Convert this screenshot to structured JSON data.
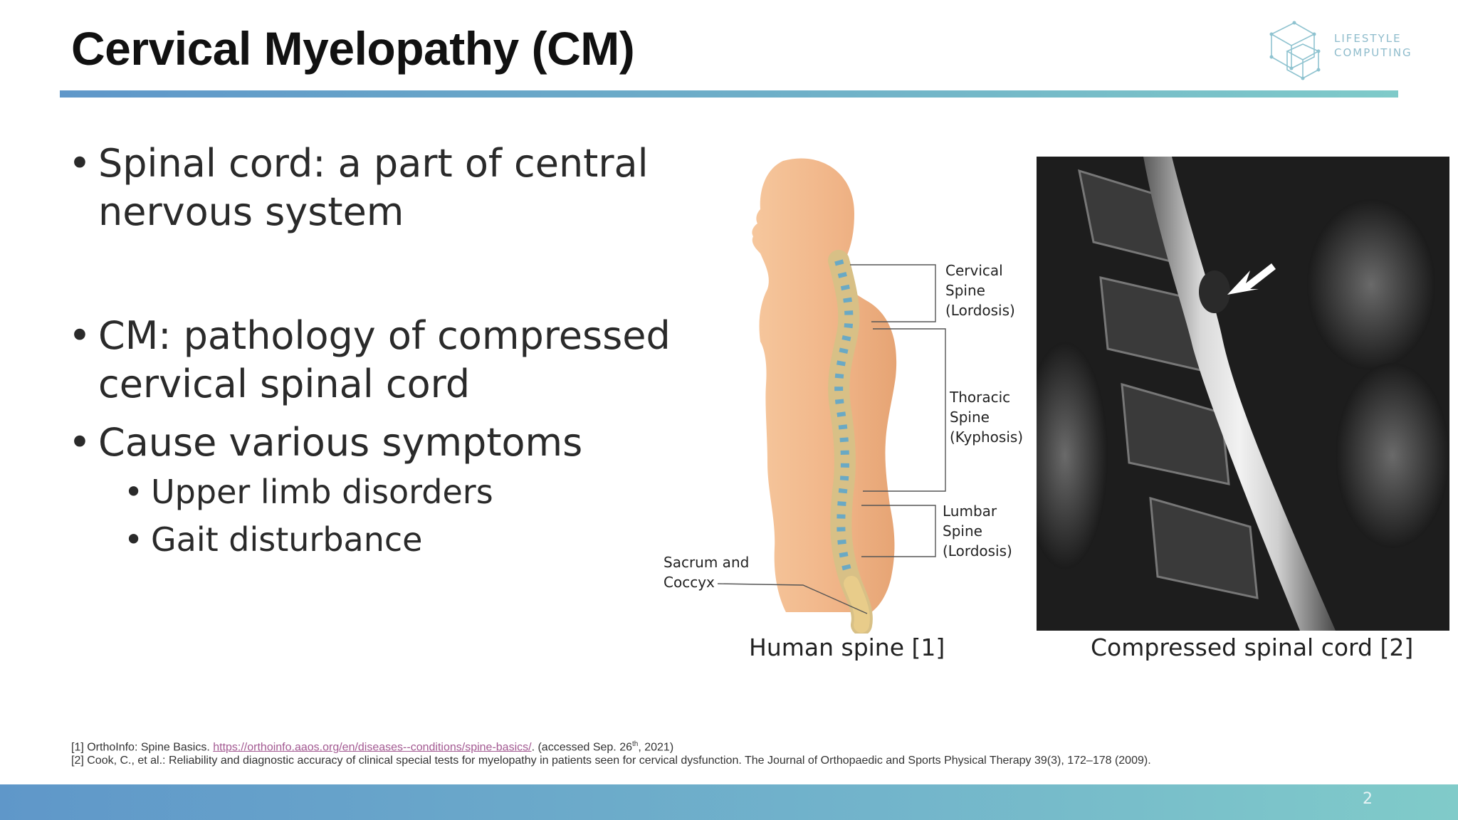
{
  "slide": {
    "title": "Cervical Myelopathy (CM)",
    "logo_line1": "LIFESTYLE",
    "logo_line2": "COMPUTING",
    "page_number": "2"
  },
  "bullets": {
    "b1": "Spinal cord: a part of central nervous system",
    "b2": "CM: pathology of compressed cervical spinal cord",
    "b3": "Cause various symptoms",
    "b3_sub1": "Upper limb disorders",
    "b3_sub2": "Gait disturbance"
  },
  "spine_figure": {
    "cervical_1": "Cervical",
    "cervical_2": "Spine",
    "cervical_3": "(Lordosis)",
    "thoracic_1": "Thoracic",
    "thoracic_2": "Spine",
    "thoracic_3": "(Kyphosis)",
    "lumbar_1": "Lumbar",
    "lumbar_2": "Spine",
    "lumbar_3": "(Lordosis)",
    "sacrum_1": "Sacrum and",
    "sacrum_2": "Coccyx",
    "caption": "Human spine [1]"
  },
  "mri_figure": {
    "caption": "Compressed spinal cord [2]"
  },
  "references": {
    "ref1_prefix": "[1] OrthoInfo: Spine Basics. ",
    "ref1_link": "https://orthoinfo.aaos.org/en/diseases--conditions/spine-basics/",
    "ref1_suffix_a": ". (accessed Sep. 26",
    "ref1_sup": "th",
    "ref1_suffix_b": ", 2021)",
    "ref2": "[2] Cook, C., et al.: Reliability and diagnostic accuracy of clinical special tests for myelopathy in patients seen for cervical dysfunction. The Journal of Orthopaedic and Sports Physical Therapy 39(3), 172–178 (2009)."
  },
  "colors": {
    "accent_start": "#5f97c9",
    "accent_end": "#7fcac9",
    "skin": "#f0b98a",
    "disc": "#6aa9c4",
    "vertebra": "#efdca8"
  }
}
